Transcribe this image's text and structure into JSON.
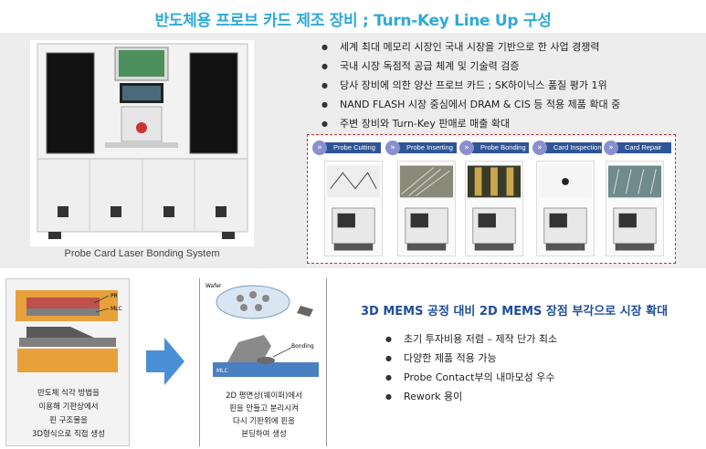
{
  "header": {
    "title": "반도체용 프로브 카드 제조 장비 ; Turn-Key Line Up 구성"
  },
  "machine": {
    "caption": "Probe Card Laser Bonding System"
  },
  "top_bullets": [
    "세계 최대 메모리 시장인 국내 시장을 기반으로 한 사업 경쟁력",
    "국내 시장 독점적 공급 체계 및 기술력 검증",
    "당사 장비에 의한 양산 프로브 카드 ; SK하이닉스 품질 평가 1위",
    "NAND FLASH 시장 중심에서 DRAM & CIS 등 적용 제품 확대 중",
    "주변 장비와 Turn-Key 판매로 매출 확대"
  ],
  "process_steps": [
    "Probe Cutting",
    "Probe Inserting",
    "Probe Bonding",
    "Card Inspection",
    "Card Repair"
  ],
  "mems_3d": {
    "label_pr": "PR",
    "label_mlc": "MLC",
    "caption": [
      "반도체 식각 방법을",
      "이용해 기판상에서",
      "핀 구조물을",
      "3D형식으로 직접 생성"
    ]
  },
  "mems_2d": {
    "label_wafer": "Wafer",
    "label_bonding": "Bonding",
    "label_mlc": "MLC",
    "caption": [
      "2D 평면상(웨이퍼)에서",
      "핀을 만들고 분리시켜",
      "다시 기판위에 핀을",
      "본딩하여 생성"
    ]
  },
  "mems_section": {
    "title": "3D MEMS 공정 대비 2D MEMS 장점 부각으로 시장 확대",
    "bullets": [
      "초기 투자비용 저렴 – 제작 단가 최소",
      "다양한 제품 적용 가능",
      "Probe Contact부의 내마모성 우수",
      "Rework 용이"
    ]
  },
  "colors": {
    "title": "#2fa9d8",
    "section_title": "#1f4e9b",
    "dashed_border": "#d9252b",
    "step_label_bg": "#2f5597",
    "arrow": "#4a8fd6"
  }
}
